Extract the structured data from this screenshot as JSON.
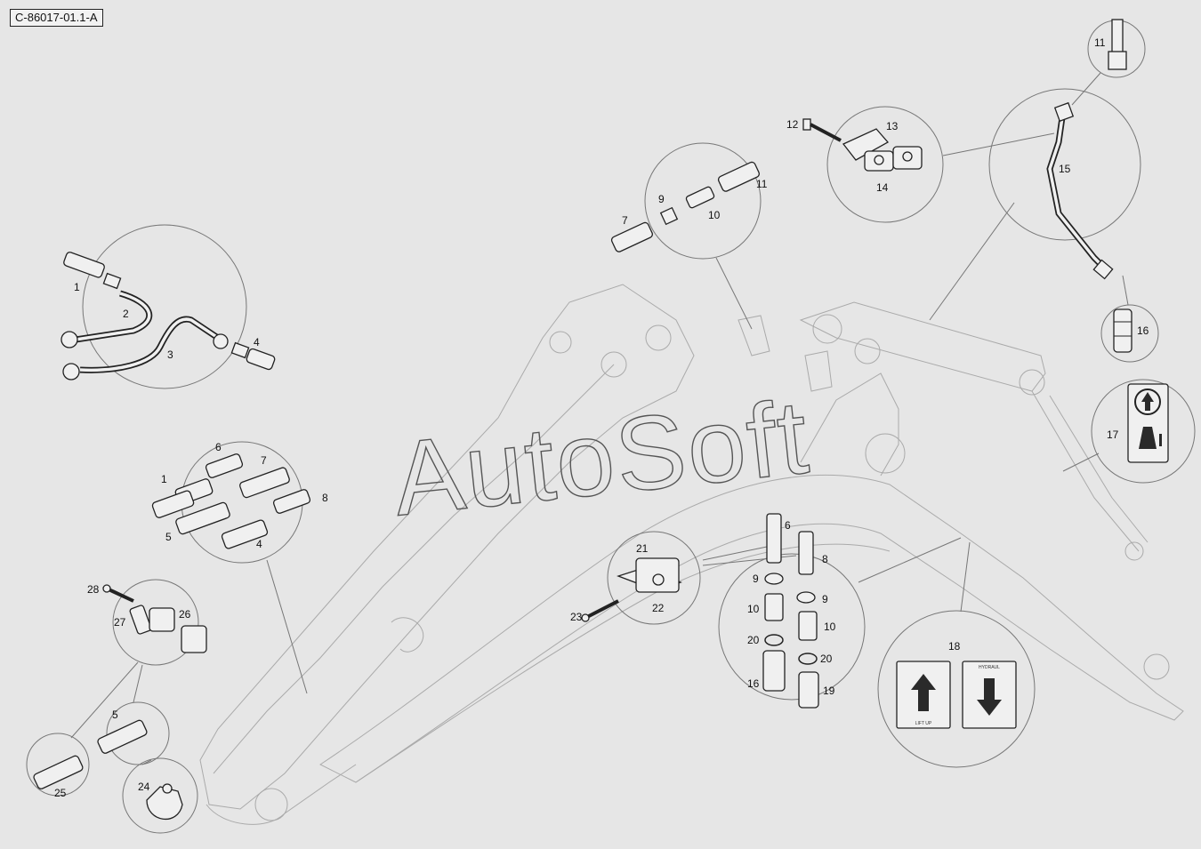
{
  "diagram_ref": "C-86017-01.1-A",
  "watermark": "AutoSoft",
  "labels": {
    "l_top11": "11",
    "l_p12": "12",
    "l_p13": "13",
    "l_p14": "14",
    "l_p15": "15",
    "l_p16": "16",
    "l_p17": "17",
    "l_c9": "9",
    "l_c10": "10",
    "l_c11": "11",
    "l_c7": "7",
    "l_h1": "1",
    "l_h2": "2",
    "l_h3": "3",
    "l_h4": "4",
    "l_f6": "6",
    "l_f1": "1",
    "l_f7": "7",
    "l_f8": "8",
    "l_f5": "5",
    "l_f4": "4",
    "l_k28": "28",
    "l_k27": "27",
    "l_k26": "26",
    "l_s5": "5",
    "l_s25": "25",
    "l_s24": "24",
    "l_b21": "21",
    "l_b22": "22",
    "l_b23": "23",
    "l_v6": "6",
    "l_v8": "8",
    "l_v9a": "9",
    "l_v9b": "9",
    "l_v10a": "10",
    "l_v10b": "10",
    "l_v20a": "20",
    "l_v20b": "20",
    "l_v16": "16",
    "l_v19": "19",
    "l_d18": "18"
  },
  "decal_texts": {
    "decal_small_top": "HYDRAUL",
    "decal_small_bottom": "LIFT UP"
  }
}
